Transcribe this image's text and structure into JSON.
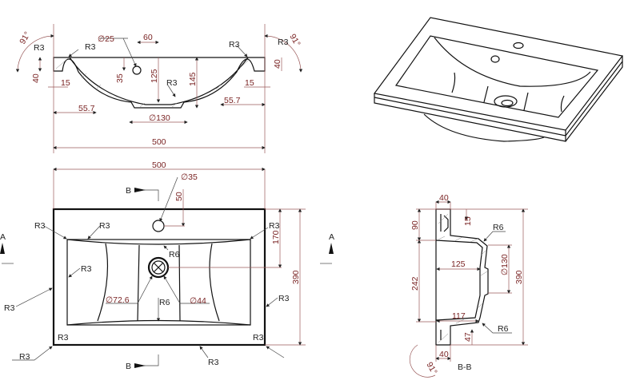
{
  "front_view": {
    "labels": {
      "angle_left": "91°",
      "angle_right": "91°",
      "r3_a": "R3",
      "r3_b": "R3",
      "r3_c": "R3",
      "r3_d": "R3",
      "r3_e": "R3",
      "dia_overflow": "∅25",
      "dim_60": "60",
      "dim_40_left": "40",
      "dim_40_right": "40",
      "dim_35": "35",
      "dim_125": "125",
      "dim_145": "145",
      "dim_15_left": "15",
      "dim_15_right": "15",
      "dim_557_left": "55.7",
      "dim_557_right": "55.7",
      "dia_drain": "∅130",
      "width": "500"
    }
  },
  "top_view": {
    "labels": {
      "width": "500",
      "dia_tap": "∅35",
      "dim_50": "50",
      "section_b_top": "B",
      "section_b_bottom": "B",
      "section_a_left": "A",
      "section_a_right": "A",
      "dim_170": "170",
      "dim_390": "390",
      "dia_726": "∅72.6",
      "dia_44": "∅44",
      "r6_top": "R6",
      "r6_bottom": "R6",
      "r3": [
        "R3",
        "R3",
        "R3",
        "R3",
        "R3",
        "R3",
        "R3",
        "R3",
        "R3",
        "R3"
      ]
    }
  },
  "section_view": {
    "labels": {
      "dim_40_top": "40",
      "dim_90": "90",
      "dim_15": "15",
      "r6_top": "R6",
      "dim_125": "125",
      "dia_130": "∅130",
      "dim_390": "390",
      "dim_242": "242",
      "dim_117": "117",
      "r6_bottom": "R6",
      "dim_47": "47",
      "dim_40_bottom": "40",
      "angle": "91°",
      "title": "B-B"
    }
  }
}
